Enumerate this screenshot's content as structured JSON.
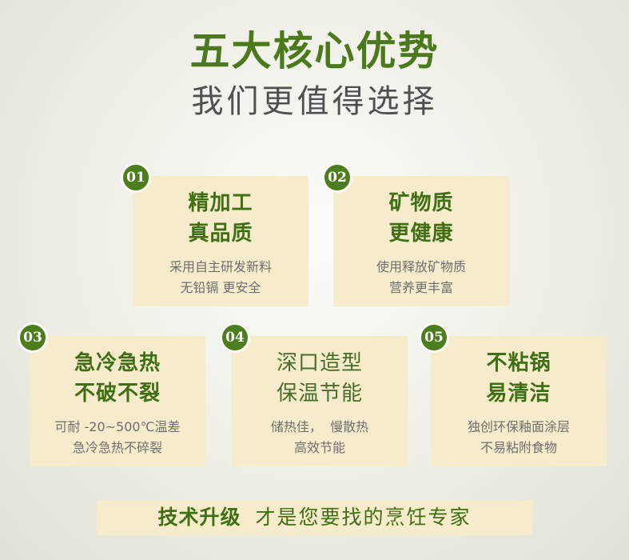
{
  "header": {
    "title": "五大核心优势",
    "subtitle": "我们更值得选择"
  },
  "cards": [
    {
      "num": "01",
      "title_line1": "精加工",
      "title_line2": "真品质",
      "desc_line1": "采用自主研发新料",
      "desc_line2": "无铅镉 更安全"
    },
    {
      "num": "02",
      "title_line1": "矿物质",
      "title_line2": "更健康",
      "desc_line1": "使用释放矿物质",
      "desc_line2": "营养更丰富"
    },
    {
      "num": "03",
      "title_line1": "急冷急热",
      "title_line2": "不破不裂",
      "desc_line1": "可耐 -20~500℃温差",
      "desc_line2": "急冷急热不碎裂"
    },
    {
      "num": "04",
      "title_line1": "深口造型",
      "title_line2": "保温节能",
      "desc_line1": "储热佳，  慢散热",
      "desc_line2": "高效节能"
    },
    {
      "num": "05",
      "title_line1": "不粘锅",
      "title_line2": "易清洁",
      "desc_line1": "独创环保釉面涂层",
      "desc_line2": "不易粘附食物"
    }
  ],
  "footer": {
    "strong": "技术升级",
    "rest": "才是您要找的烹饪专家"
  },
  "colors": {
    "accent_green": "#4c7e1e",
    "card_bg": "#f6eccc"
  }
}
